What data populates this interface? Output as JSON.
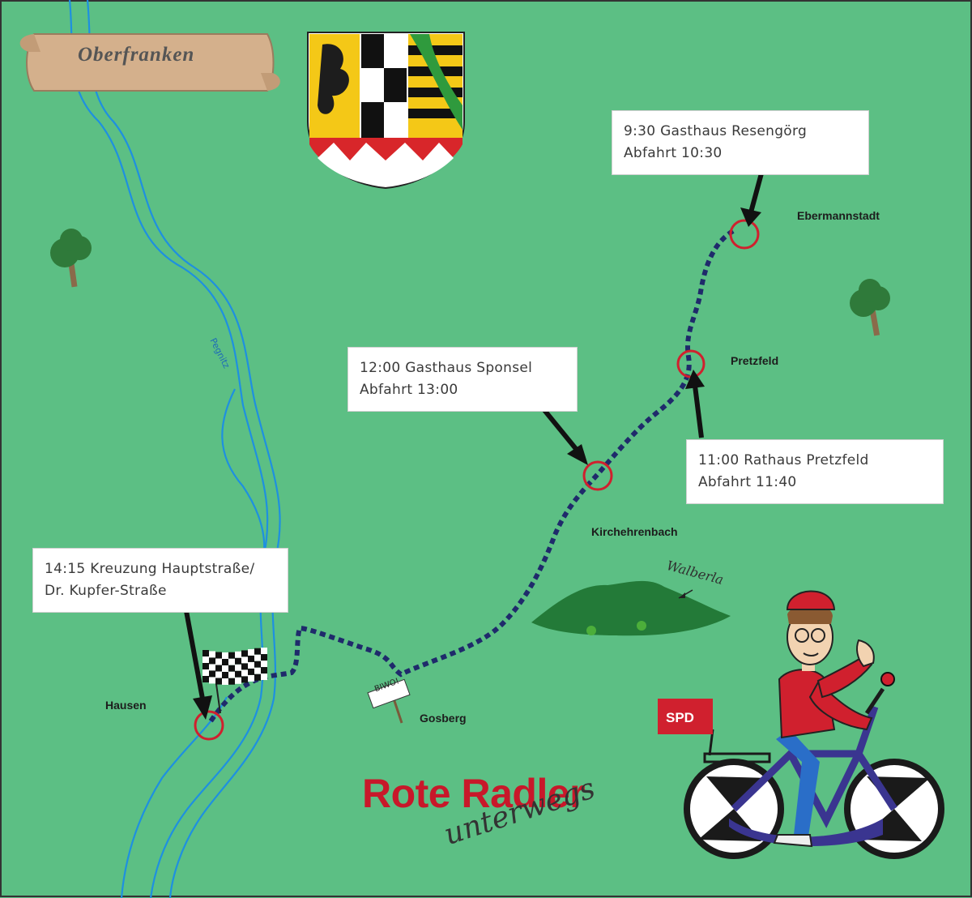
{
  "region_banner": "Oberfranken",
  "title": "Rote Radler",
  "subtitle": "unterwegs",
  "river": "Pegnitz",
  "mountain": "Walberla",
  "sign": "BIWO!",
  "flag_text": "SPD",
  "places": {
    "ebermannstadt": "Ebermannstadt",
    "pretzfeld": "Pretzfeld",
    "kirchehrenbach": "Kirchehrenbach",
    "gosberg": "Gosberg",
    "hausen": "Hausen"
  },
  "stops": [
    {
      "lines": [
        "9:30 Gasthaus Resengörg",
        "Abfahrt 10:30"
      ]
    },
    {
      "lines": [
        "11:00 Rathaus Pretzfeld",
        "Abfahrt 11:40"
      ]
    },
    {
      "lines": [
        "12:00 Gasthaus Sponsel",
        "Abfahrt 13:00"
      ]
    },
    {
      "lines": [
        "14:15 Kreuzung Hauptstraße/",
        "Dr. Kupfer-Straße"
      ]
    }
  ],
  "colors": {
    "background": "#5cbf84",
    "route": "#1f2a6b",
    "stop_marker": "#d0202e",
    "title": "#c8182a",
    "river": "#1e90e0"
  }
}
